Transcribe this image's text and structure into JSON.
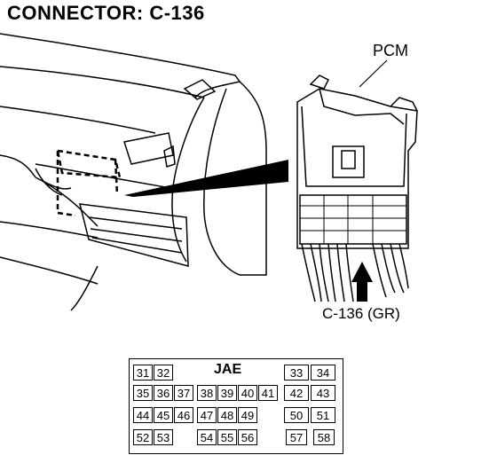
{
  "title": "CONNECTOR: C-136",
  "labels": {
    "pcm": "PCM",
    "connector": "C-136 (GR)"
  },
  "connector_face": {
    "manufacturer": "JAE",
    "pins": [
      "31",
      "32",
      "33",
      "34",
      "35",
      "36",
      "37",
      "38",
      "39",
      "40",
      "41",
      "42",
      "43",
      "44",
      "45",
      "46",
      "47",
      "48",
      "49",
      "50",
      "51",
      "52",
      "53",
      "54",
      "55",
      "56",
      "57",
      "58"
    ]
  }
}
